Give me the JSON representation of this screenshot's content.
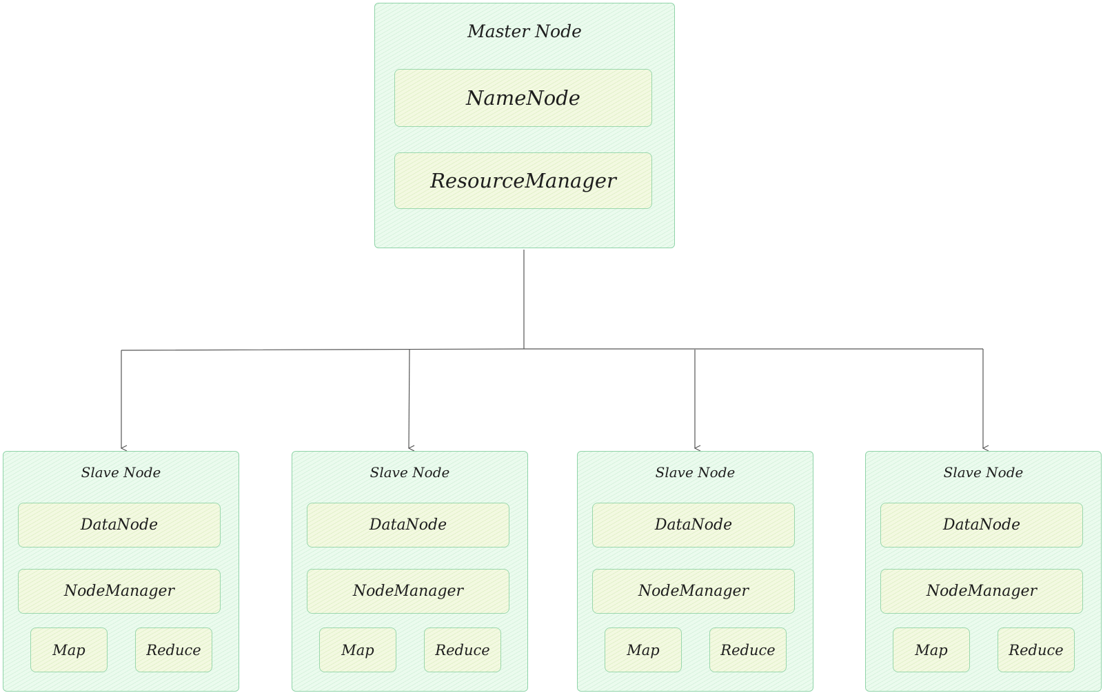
{
  "master": {
    "title": "Master Node",
    "components": [
      "NameNode",
      "ResourceManager"
    ]
  },
  "slaves": [
    {
      "title": "Slave Node",
      "data_node": "DataNode",
      "node_manager": "NodeManager",
      "map": "Map",
      "reduce": "Reduce"
    },
    {
      "title": "Slave Node",
      "data_node": "DataNode",
      "node_manager": "NodeManager",
      "map": "Map",
      "reduce": "Reduce"
    },
    {
      "title": "Slave Node",
      "data_node": "DataNode",
      "node_manager": "NodeManager",
      "map": "Map",
      "reduce": "Reduce"
    },
    {
      "title": "Slave Node",
      "data_node": "DataNode",
      "node_manager": "NodeManager",
      "map": "Map",
      "reduce": "Reduce"
    }
  ],
  "colors": {
    "outer_fill": "#ebfbee",
    "inner_fill": "#f3f9e1",
    "stroke": "#8fd3a8",
    "connector": "#555555"
  }
}
